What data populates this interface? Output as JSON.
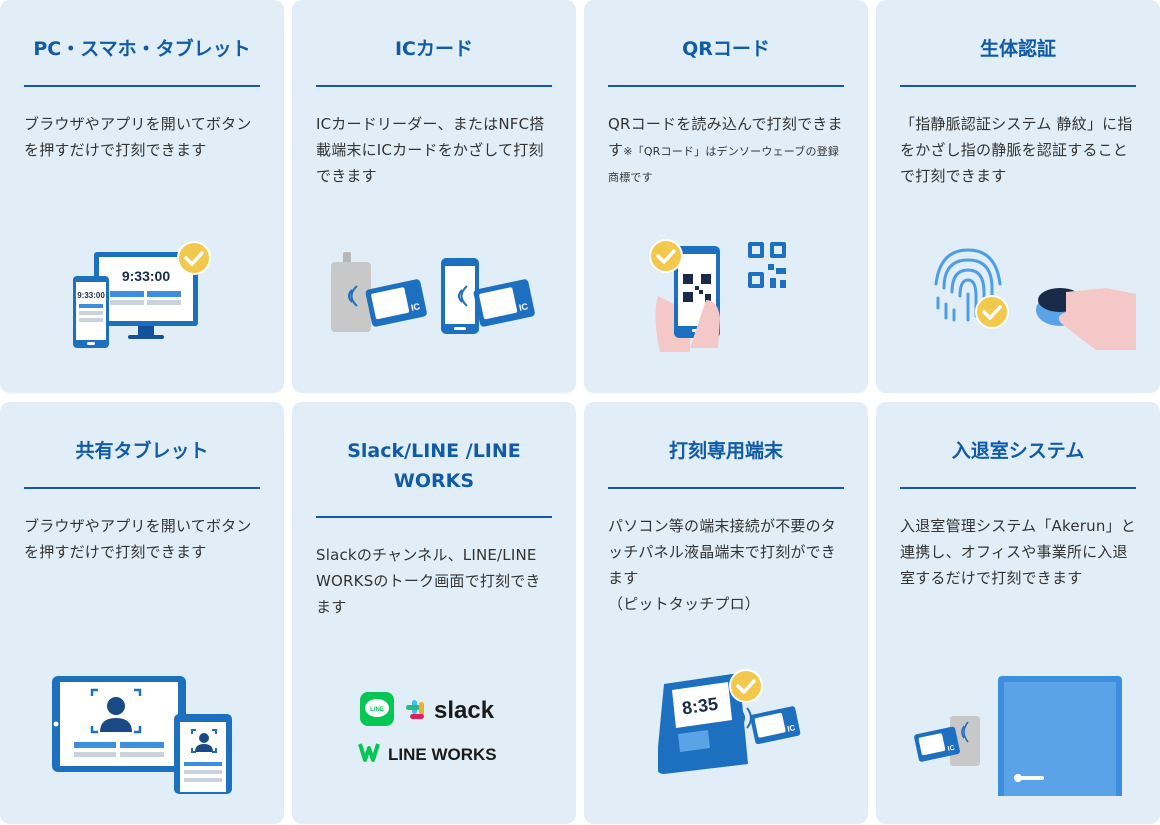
{
  "colors": {
    "card_bg": "#e1eef7",
    "title_blue": "#0f5ba8",
    "accent_blue": "#1d6fc0",
    "check_yellow": "#f2c94c",
    "line_green": "#06c755"
  },
  "cards": [
    {
      "title": "PC・スマホ・タブレット",
      "desc": "ブラウザやアプリを開いてボタンを押すだけで打刻できます",
      "illustration": {
        "desktop_time": "9:33:00",
        "phone_time": "9:33:00"
      }
    },
    {
      "title": "ICカード",
      "desc": "ICカードリーダー、またはNFC搭載端末にICカードをかざして打刻できます",
      "illustration": {
        "card_label_1": "IC",
        "card_label_2": "IC"
      }
    },
    {
      "title": "QRコード",
      "desc": "QRコードを読み込んで打刻できます",
      "note": "※「QRコード」はデンソーウェーブの登録商標です"
    },
    {
      "title": "生体認証",
      "desc": "「指静脈認証システム 静紋」に指をかざし指の静脈を認証することで打刻できます"
    },
    {
      "title": "共有タブレット",
      "desc": "ブラウザやアプリを開いてボタンを押すだけで打刻できます"
    },
    {
      "title": "Slack/LINE /LINE WORKS",
      "desc": "Slackのチャンネル、LINE/LINE WORKSのトーク画面で打刻できます",
      "logos": {
        "line": "LINE",
        "slack": "slack",
        "lineworks": "LINE WORKS"
      }
    },
    {
      "title": "打刻専用端末",
      "desc": "パソコン等の端末接続が不要のタッチパネル液晶端末で打刻ができます",
      "desc2": "（ピットタッチプロ）",
      "illustration": {
        "time": "8:35",
        "card_label": "IC"
      }
    },
    {
      "title": "入退室システム",
      "desc": "入退室管理システム「Akerun」と連携し、オフィスや事業所に入退室するだけで打刻できます",
      "illustration": {
        "card_label": "IC"
      }
    }
  ]
}
